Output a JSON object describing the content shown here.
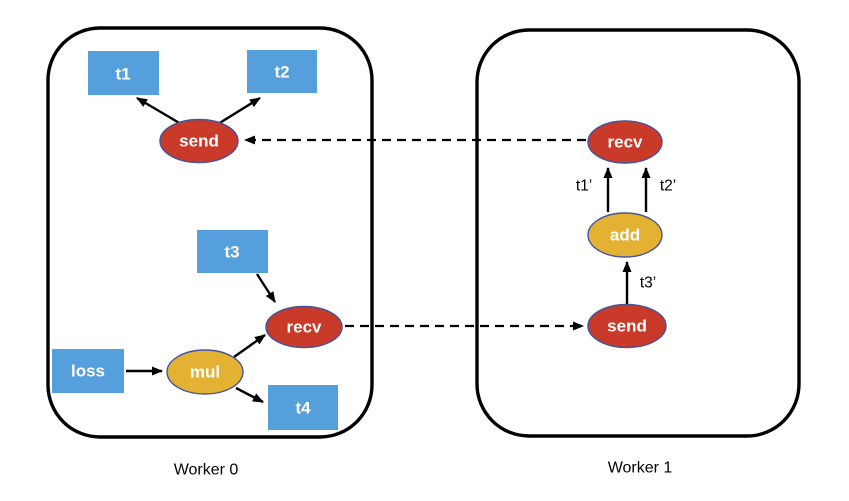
{
  "colors": {
    "background": "#ffffff",
    "tensor_blue": "#55A0DC",
    "op_red": "#C93A28",
    "op_gold": "#E4B233",
    "ellipse_stroke": "#44549E",
    "line_black": "#000000",
    "node_text": "#ffffff",
    "caption_text": "#000000"
  },
  "workers": {
    "worker0": {
      "caption": "Worker 0"
    },
    "worker1": {
      "caption": "Worker 1"
    }
  },
  "nodes": {
    "t1": "t1",
    "t2": "t2",
    "t3": "t3",
    "t4": "t4",
    "loss": "loss",
    "send_w0": "send",
    "recv_w0": "recv",
    "mul": "mul",
    "recv_w1": "recv",
    "add": "add",
    "send_w1": "send"
  },
  "edge_labels": {
    "t1_prime": "t1’",
    "t2_prime": "t2’",
    "t3_prime": "t3’"
  }
}
